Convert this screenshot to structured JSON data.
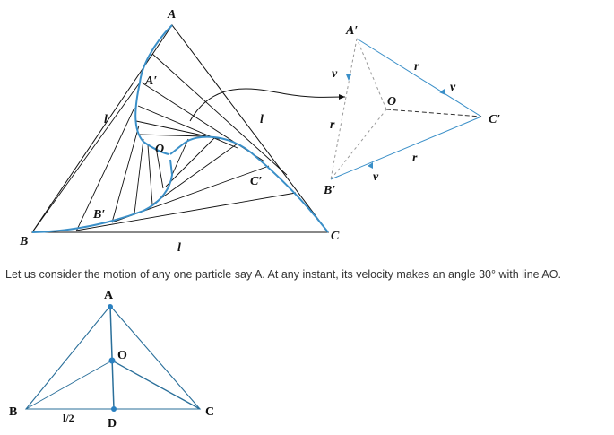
{
  "colors": {
    "accent": "#3a8fc8",
    "ink": "#111111"
  },
  "figure1": {
    "labels": {
      "A": "A",
      "B": "B",
      "C": "C",
      "A_prime": "A′",
      "B_prime": "B′",
      "C_prime": "C′",
      "O": "O",
      "side": "l"
    }
  },
  "figure2": {
    "labels": {
      "A_prime": "A′",
      "B_prime": "B′",
      "C_prime": "C′",
      "O": "O",
      "r": "r",
      "v": "v"
    }
  },
  "caption": "Let us consider the motion of any one particle say A. At any instant, its velocity makes an angle 30° with line AO.",
  "figure3": {
    "labels": {
      "A": "A",
      "B": "B",
      "C": "C",
      "O": "O",
      "D": "D",
      "half_side": "l/2"
    }
  }
}
